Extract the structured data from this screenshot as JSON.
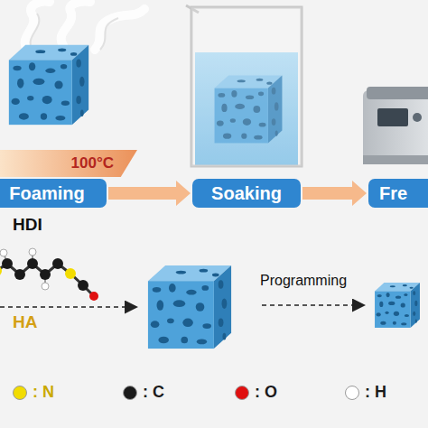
{
  "diagram": {
    "nodes": [
      {
        "text": [
          "100°C"
        ]
      },
      {
        "text": [
          "Foaming"
        ]
      },
      {
        "text": [
          "Soaking"
        ]
      },
      {
        "text": [
          "Fre"
        ]
      }
    ],
    "edges": [
      {
        "from": 1,
        "to": 2,
        "arrow": "to"
      },
      {
        "from": 2,
        "to": 3,
        "arrow": "to"
      }
    ],
    "labels": [
      "HDI",
      "Programming",
      "HA"
    ],
    "legend": [
      {
        "text": ": N",
        "color": "#f2dc00"
      },
      {
        "text": ": C",
        "color": "#1a1a1a"
      },
      {
        "text": ": O",
        "color": "#e01010"
      },
      {
        "text": ": H",
        "color": "#ffffff"
      }
    ]
  }
}
